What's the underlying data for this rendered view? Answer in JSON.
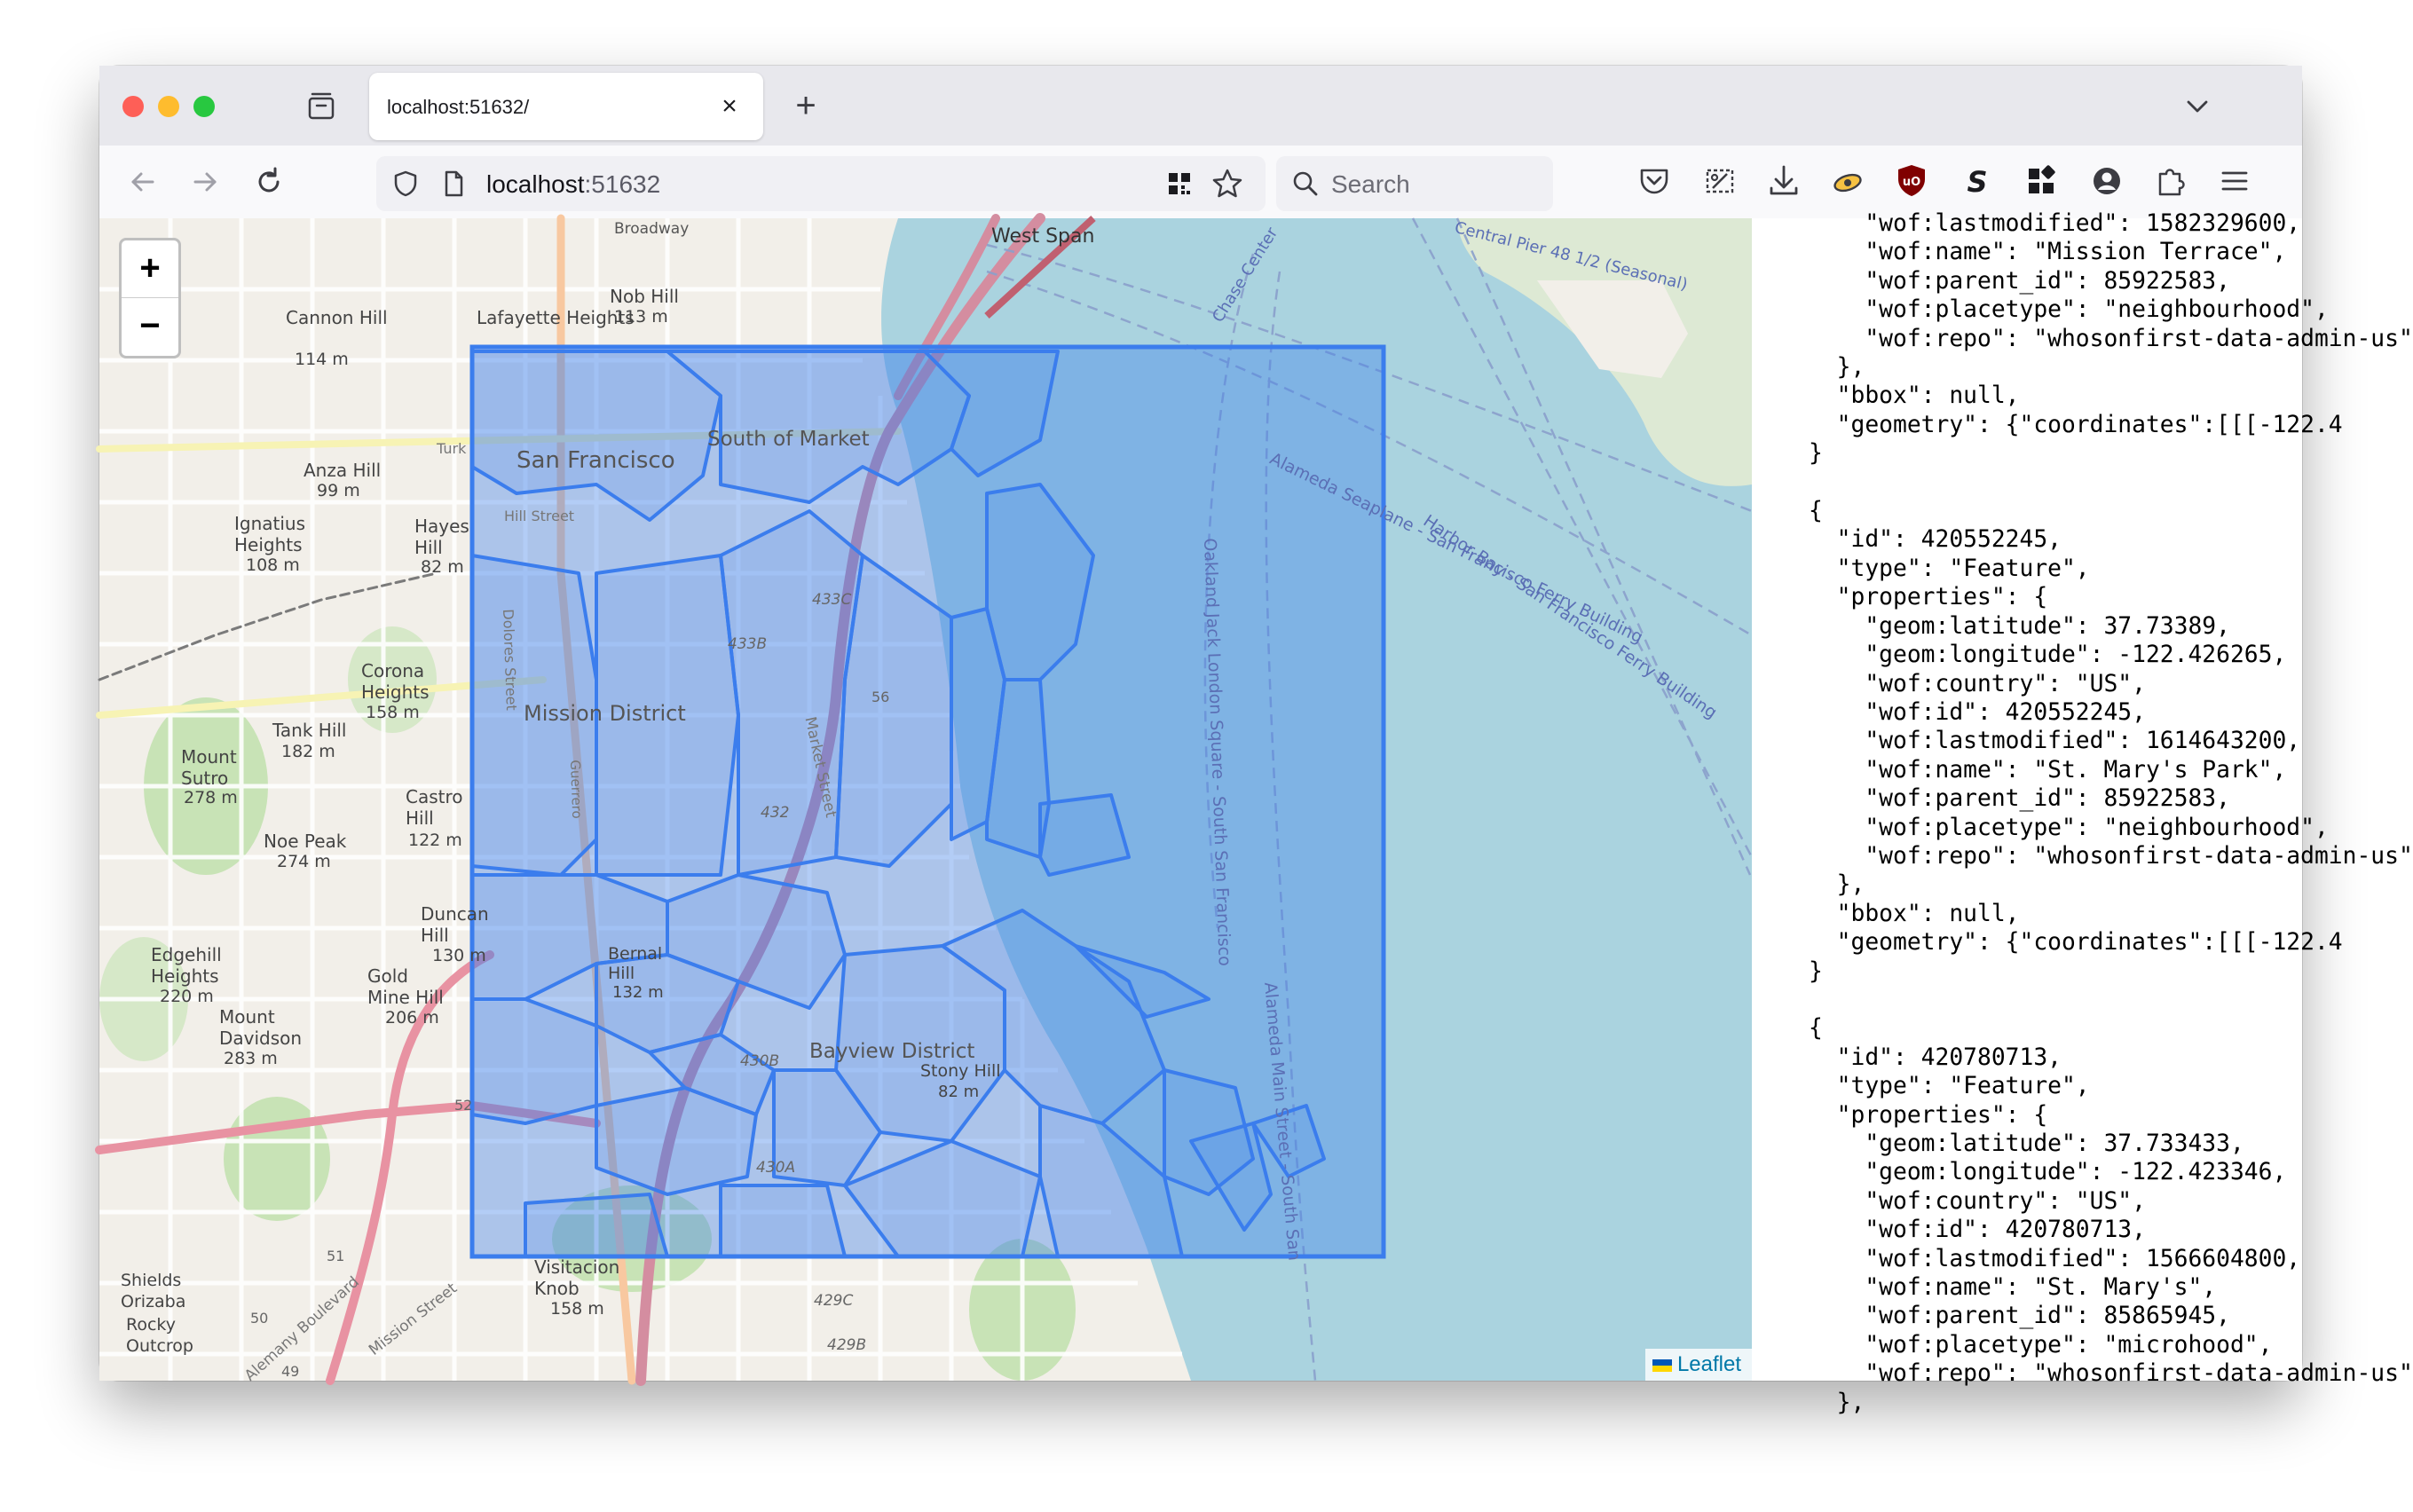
{
  "browser": {
    "tab": {
      "title": "localhost:51632/"
    },
    "url": {
      "host": "localhost",
      "port": ":51632"
    },
    "search": {
      "placeholder": "Search"
    }
  },
  "map": {
    "zoom_in": "+",
    "zoom_out": "−",
    "attribution": "Leaflet",
    "labels": [
      "West Span",
      "Broadway",
      "Cannon Hill",
      "114 m",
      "Lafayette Heights",
      "Nob Hill",
      "113 m",
      "South of Market",
      "San Francisco",
      "Anza Hill",
      "99 m",
      "Ignatius Heights",
      "108 m",
      "Hayes Hill",
      "82 m",
      "Mission District",
      "Corona Heights",
      "158 m",
      "Tank Hill",
      "182 m",
      "Mount Sutro",
      "278 m",
      "Castro Hill",
      "122 m",
      "Noe Peak",
      "274 m",
      "Duncan Hill",
      "130 m",
      "Edgehill Heights",
      "220 m",
      "Gold Mine Hill",
      "206 m",
      "Mount Davidson",
      "283 m",
      "Bernal Hill",
      "132 m",
      "Bayview District",
      "Stony Hill",
      "82 m",
      "Visitacion Knob",
      "158 m",
      "Shields Orizaba",
      "Rocky Outcrop",
      "Alameda Seaplane - San Francisco Ferry Building",
      "Harbor Bay - San Francisco Ferry Building",
      "Oakland Jack London Square - South San Francisco",
      "Alameda Main Street - South San",
      "Chase Center",
      "Central Pier 48 1/2 (Seasonal)",
      "Market Street",
      "Mission Street",
      "Alemany Boulevard",
      "Dolores Street",
      "Hill Street",
      "Turk",
      "Guerrero",
      "433B",
      "433C",
      "432",
      "430B",
      "430A",
      "429C",
      "429B",
      "56",
      "52",
      "51",
      "49",
      "50"
    ],
    "bbox_color": "#3b7ded"
  },
  "json_panel": {
    "lines": [
      "    \"wof:lastmodified\": 1582329600,",
      "    \"wof:name\": \"Mission Terrace\",",
      "    \"wof:parent_id\": 85922583,",
      "    \"wof:placetype\": \"neighbourhood\",",
      "    \"wof:repo\": \"whosonfirst-data-admin-us\"",
      "  },",
      "  \"bbox\": null,",
      "  \"geometry\": {\"coordinates\":[[[-122.4",
      "}",
      "",
      "{",
      "  \"id\": 420552245,",
      "  \"type\": \"Feature\",",
      "  \"properties\": {",
      "    \"geom:latitude\": 37.73389,",
      "    \"geom:longitude\": -122.426265,",
      "    \"wof:country\": \"US\",",
      "    \"wof:id\": 420552245,",
      "    \"wof:lastmodified\": 1614643200,",
      "    \"wof:name\": \"St. Mary's Park\",",
      "    \"wof:parent_id\": 85922583,",
      "    \"wof:placetype\": \"neighbourhood\",",
      "    \"wof:repo\": \"whosonfirst-data-admin-us\"",
      "  },",
      "  \"bbox\": null,",
      "  \"geometry\": {\"coordinates\":[[[-122.4",
      "}",
      "",
      "{",
      "  \"id\": 420780713,",
      "  \"type\": \"Feature\",",
      "  \"properties\": {",
      "    \"geom:latitude\": 37.733433,",
      "    \"geom:longitude\": -122.423346,",
      "    \"wof:country\": \"US\",",
      "    \"wof:id\": 420780713,",
      "    \"wof:lastmodified\": 1566604800,",
      "    \"wof:name\": \"St. Mary's\",",
      "    \"wof:parent_id\": 85865945,",
      "    \"wof:placetype\": \"microhood\",",
      "    \"wof:repo\": \"whosonfirst-data-admin-us\"",
      "  },"
    ]
  }
}
